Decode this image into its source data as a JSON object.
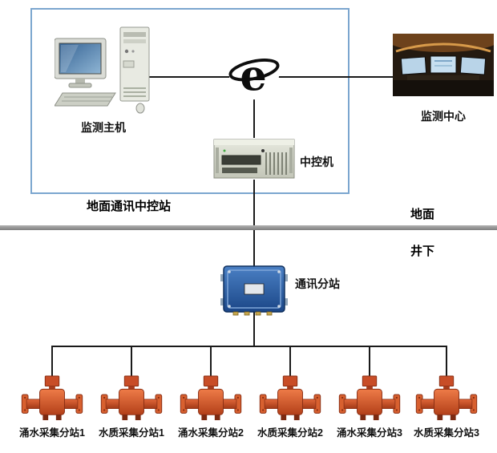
{
  "labels": {
    "host": "监测主机",
    "center": "监测中心",
    "controller": "中控机",
    "ground_station": "地面通讯中控站",
    "surface": "地面",
    "underground": "井下",
    "substation": "通讯分站"
  },
  "devices": [
    {
      "label": "涌水采集分站1"
    },
    {
      "label": "水质采集分站1"
    },
    {
      "label": "涌水采集分站2"
    },
    {
      "label": "水质采集分站2"
    },
    {
      "label": "涌水采集分站3"
    },
    {
      "label": "水质采集分站3"
    }
  ],
  "colors": {
    "boundary_blue": "#7ba6cf",
    "divider_gray": "#8e8e8e",
    "line_black": "#1a1a1a",
    "device_orange": "#d5532c",
    "substation_blue": "#2e5fa3"
  }
}
